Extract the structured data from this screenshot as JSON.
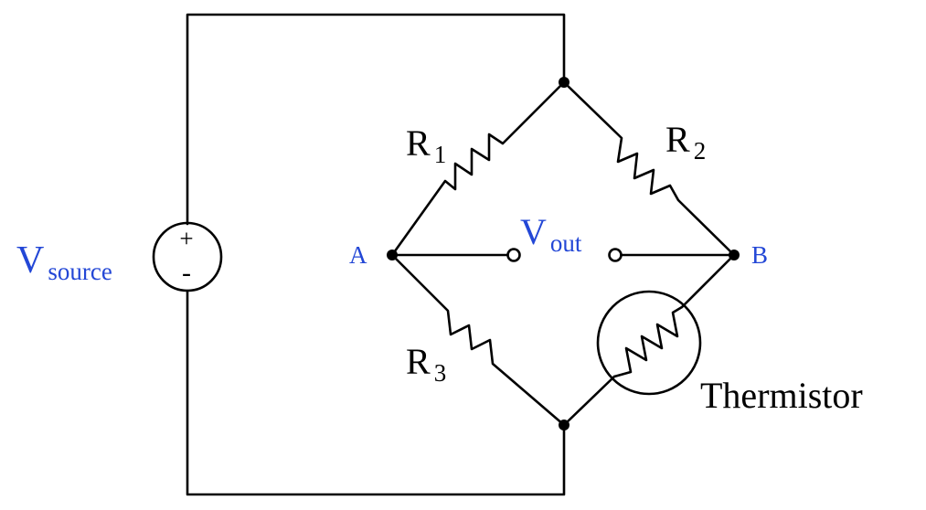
{
  "colors": {
    "wire": "#000000",
    "label_black": "#000000",
    "label_blue": "#2347d6"
  },
  "labels": {
    "vsource": {
      "main": "V",
      "sub": "source"
    },
    "plus_sign": "+",
    "minus_sign": "-",
    "r1": {
      "main": "R",
      "sub": "1"
    },
    "r2": {
      "main": "R",
      "sub": "2"
    },
    "r3": {
      "main": "R",
      "sub": "3"
    },
    "vout": {
      "main": "V",
      "sub": "out"
    },
    "node_a": "A",
    "node_b": "B",
    "thermistor": "Thermistor"
  }
}
